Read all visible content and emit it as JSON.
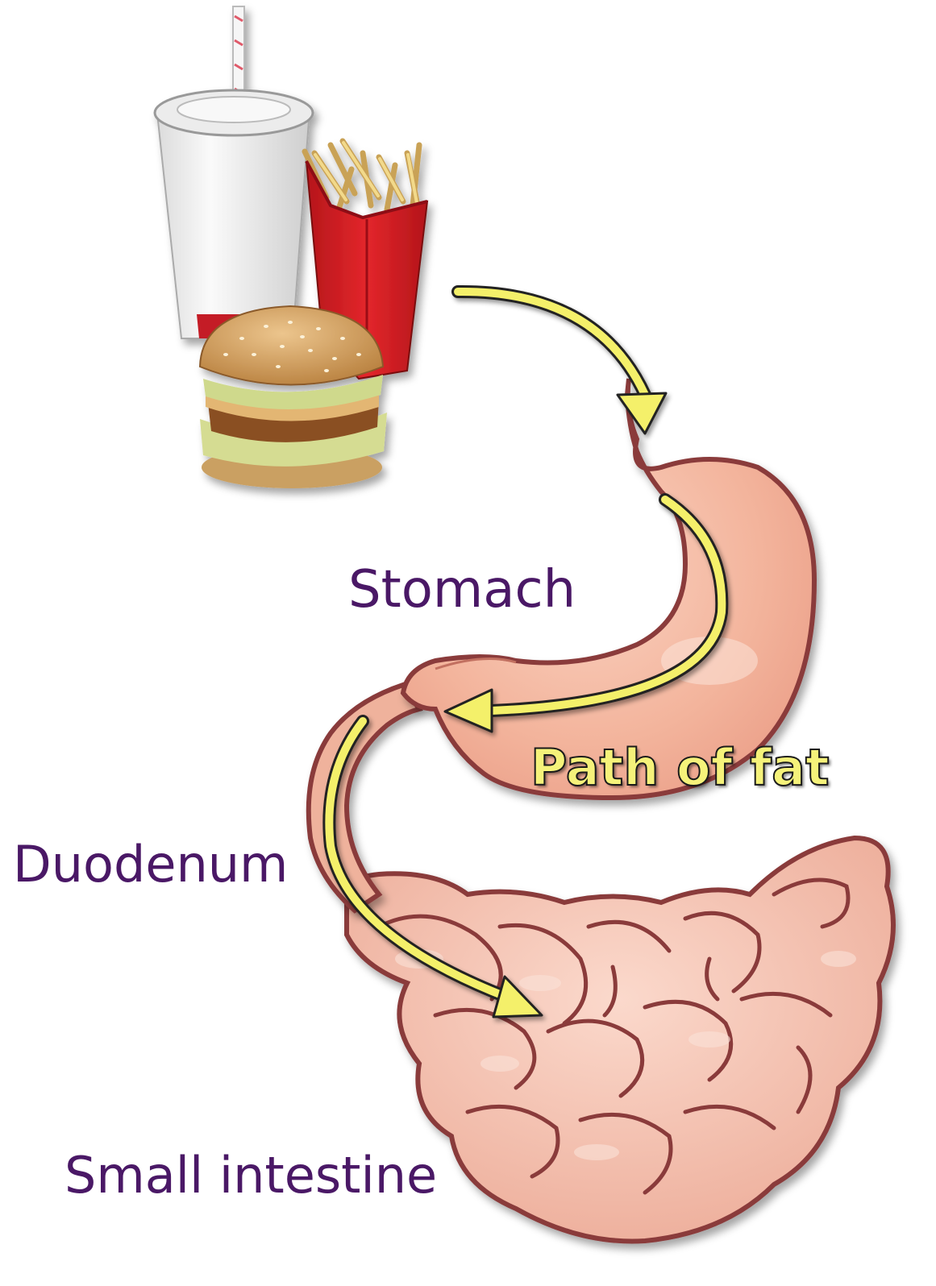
{
  "labels": {
    "stomach": "Stomach",
    "duodenum": "Duodenum",
    "small_intestine": "Small intestine",
    "path_of_fat": "Path of fat"
  },
  "colors": {
    "label_text": "#4a1866",
    "path_text": "#f5f27a",
    "arrow": "#f4f06a",
    "arrow_outline": "#2a2a2a",
    "organ_fill": "#f3b8a0",
    "organ_outline": "#8a3b3b",
    "intestine_fill": "#f2c0ae",
    "drink_cup": "#f2f2f2",
    "fries_box": "#d81e23",
    "fries": "#e8c978",
    "bun": "#d9a766",
    "lettuce": "#c9d98a"
  },
  "icons": {
    "meal": "fast-food-meal-icon",
    "stomach": "stomach-illustration",
    "intestine": "small-intestine-illustration"
  }
}
